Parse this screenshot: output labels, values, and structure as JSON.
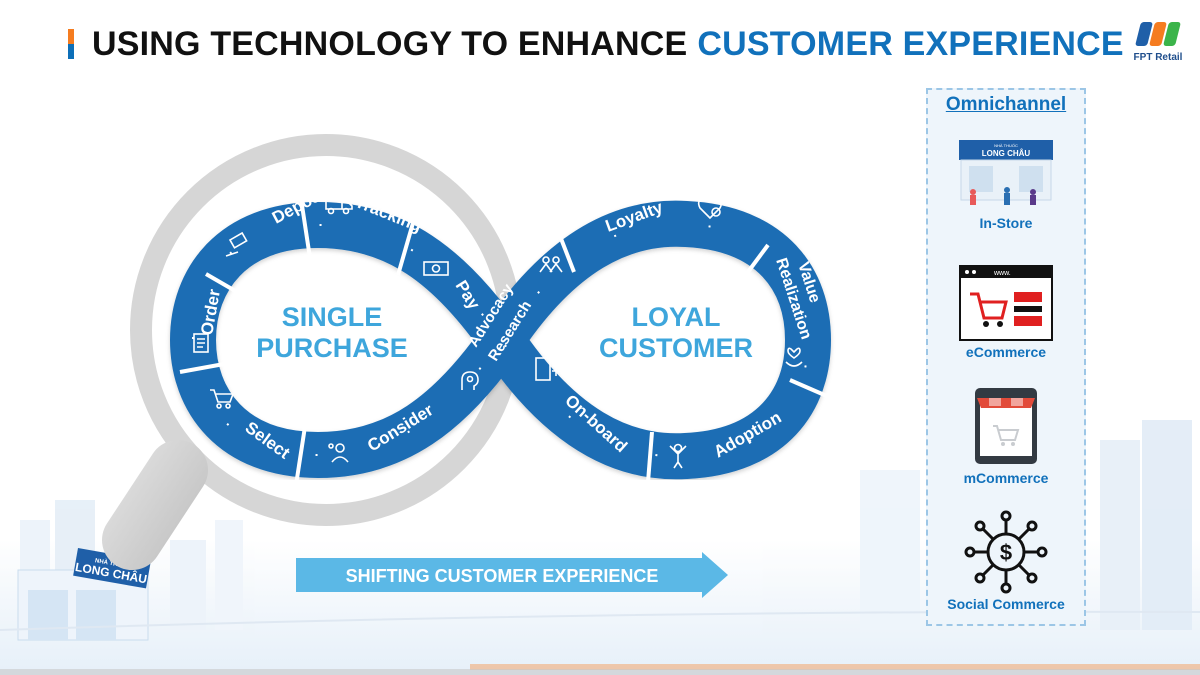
{
  "title": {
    "part1": "USING TECHNOLOGY TO ENHANCE",
    "part2": "CUSTOMER EXPERIENCE"
  },
  "brand": {
    "logo_text": "FPT Retail"
  },
  "colors": {
    "primary_blue": "#1171bb",
    "light_blue": "#3ea6dc",
    "arrow_blue": "#5bb8e6",
    "accent_orange": "#f57c20",
    "gray": "#d4d4d4"
  },
  "diagram": {
    "left_loop_label_line1": "SINGLE",
    "left_loop_label_line2": "PURCHASE",
    "right_loop_label_line1": "LOYAL",
    "right_loop_label_line2": "CUSTOMER",
    "arrow_label": "SHIFTING CUSTOMER EXPERIENCE",
    "left_stages": [
      {
        "label": "Deposit",
        "icon": "money-hand-icon"
      },
      {
        "label": "Tracking",
        "icon": "delivery-truck-icon"
      },
      {
        "label": "Pay",
        "icon": "cash-icon"
      },
      {
        "label": "Order",
        "icon": "checklist-icon"
      },
      {
        "label": "Select",
        "icon": "cart-icon"
      },
      {
        "label": "Consider",
        "icon": "thinking-person-icon"
      }
    ],
    "cross_stages": [
      {
        "label": "Advocacy",
        "icon": "shopping-people-icon"
      },
      {
        "label": "Research",
        "icon": "head-idea-icon"
      }
    ],
    "right_stages": [
      {
        "label": "Loyalty",
        "icon": "heart-gear-icon"
      },
      {
        "label": "Value",
        "icon": "hands-heart-icon"
      },
      {
        "label": "Realization",
        "icon": "hands-heart-icon"
      },
      {
        "label": "On-board",
        "icon": "door-person-icon"
      },
      {
        "label": "Adoption",
        "icon": "celebrating-person-icon"
      }
    ]
  },
  "store_sign": {
    "line1": "NHÀ THUỐC",
    "line2": "LONG CHÂU"
  },
  "omnichannel": {
    "title": "Omnichannel",
    "items": [
      {
        "label": "In-Store",
        "icon": "pharmacy-store-icon"
      },
      {
        "label": "eCommerce",
        "icon": "browser-cart-icon",
        "url_text": "www."
      },
      {
        "label": "mCommerce",
        "icon": "tablet-shop-icon"
      },
      {
        "label": "Social Commerce",
        "icon": "dollar-network-icon"
      }
    ]
  }
}
